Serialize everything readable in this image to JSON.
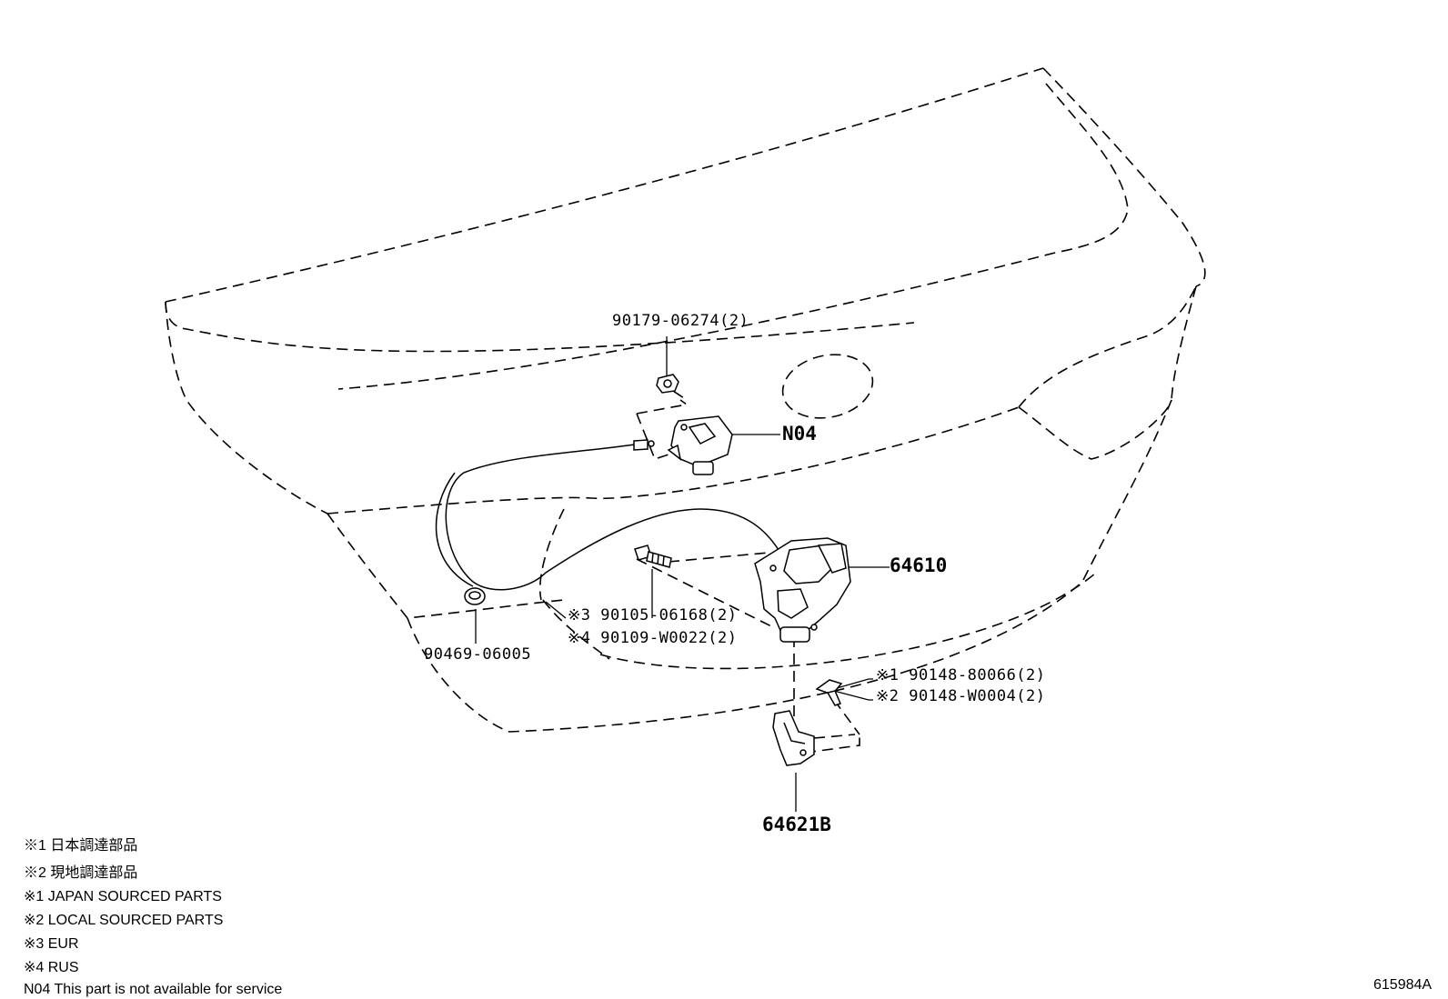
{
  "parts": {
    "nut_top": "90179-06274(2)",
    "n04": "N04",
    "lock": "64610",
    "bolt_eur": "※3 90105-06168(2)",
    "bolt_rus": "※4 90109-W0022(2)",
    "grommet": "90469-06005",
    "bolt_jp": "※1 90148-80066(2)",
    "bolt_local": "※2 90148-W0004(2)",
    "striker": "64621B"
  },
  "notes": [
    "※1  日本調達部品",
    "※2  現地調達部品",
    "※1  JAPAN SOURCED PARTS",
    "※2  LOCAL SOURCED PARTS",
    "※3 EUR",
    "※4 RUS",
    "N04 This part is not available for service"
  ],
  "diagram_code": "615984A"
}
